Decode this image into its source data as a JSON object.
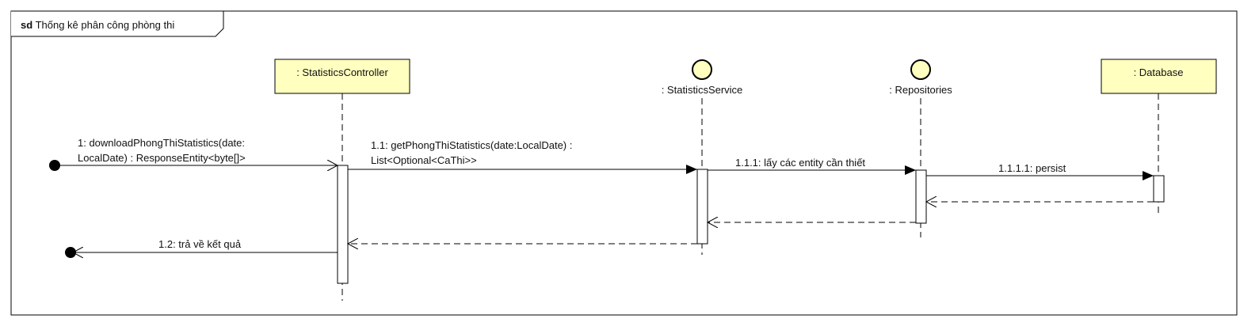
{
  "frame": {
    "keyword": "sd",
    "name": "Thống kê phân công phòng thi"
  },
  "lifelines": [
    {
      "id": "controller",
      "name": ": StatisticsController",
      "kind": "box"
    },
    {
      "id": "service",
      "name": ": StatisticsService",
      "kind": "control"
    },
    {
      "id": "repositories",
      "name": ": Repositories",
      "kind": "control"
    },
    {
      "id": "database",
      "name": ": Database",
      "kind": "box"
    }
  ],
  "messages": [
    {
      "id": "m1",
      "line1": "1: downloadPhongThiStatistics(date:",
      "line2": "LocalDate) : ResponseEntity<byte[]>",
      "type": "found",
      "from": "start",
      "to": "controller"
    },
    {
      "id": "m11",
      "line1": "1.1: getPhongThiStatistics(date:LocalDate) :",
      "line2": "List<Optional<CaThi>>",
      "type": "sync",
      "from": "controller",
      "to": "service"
    },
    {
      "id": "m111",
      "line1": "1.1.1: lấy các entity cần thiết",
      "type": "sync",
      "from": "service",
      "to": "repositories"
    },
    {
      "id": "m1111",
      "line1": "1.1.1.1: persist",
      "type": "sync",
      "from": "repositories",
      "to": "database"
    },
    {
      "id": "r1111",
      "line1": "",
      "type": "return",
      "from": "database",
      "to": "repositories"
    },
    {
      "id": "r111",
      "line1": "",
      "type": "return",
      "from": "repositories",
      "to": "service"
    },
    {
      "id": "r11",
      "line1": "",
      "type": "return",
      "from": "service",
      "to": "controller"
    },
    {
      "id": "m12",
      "line1": "1.2: trả về kết quả",
      "type": "lost",
      "from": "controller",
      "to": "end"
    }
  ],
  "colors": {
    "participant_fill": "#ffffc0",
    "line": "#000000",
    "background": "#ffffff"
  }
}
